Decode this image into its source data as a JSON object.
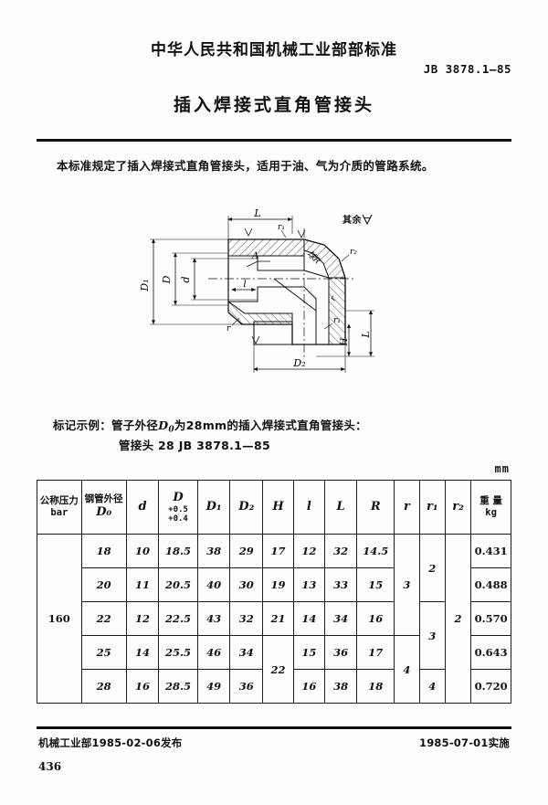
{
  "header": {
    "issuer_line": "中华人民共和国机械工业部部标准",
    "standard_no": "JB 3878.1—85",
    "title": "插入焊接式直角管接头"
  },
  "scope": {
    "text": "本标准规定了插入焊接式直角管接头，适用于油、气为介质的管路系统。"
  },
  "drawing": {
    "surface_note": "其余",
    "labels": {
      "D1": "D₁",
      "D": "D",
      "d": "d",
      "l": "l",
      "L": "L",
      "L2": "L",
      "H": "H",
      "D2": "D₂",
      "R": "R",
      "r": "r",
      "r1": "r₁",
      "r2": "r₂",
      "A": "A"
    }
  },
  "marking": {
    "line1_prefix": "标记示例：管子外径",
    "line1_symbol": "D",
    "line1_symbol_sub": "0",
    "line1_suffix": "为28mm的插入焊接式直角管接头：",
    "line2": "管接头  28  JB 3878.1—85"
  },
  "table": {
    "unit": "mm",
    "headers": {
      "pressure_cn": "公称压力",
      "pressure_unit": "bar",
      "pipe_od_cn": "钢管外径",
      "pipe_od_sym": "D₀",
      "d": "d",
      "D": "D",
      "D_tol_upper": "+0.5",
      "D_tol_lower": "+0.4",
      "D1": "D₁",
      "D2": "D₂",
      "H": "H",
      "l": "l",
      "L": "L",
      "R": "R",
      "r": "r",
      "r1": "r₁",
      "r2": "r₂",
      "weight_cn": "重 量",
      "weight_unit": "kg"
    },
    "pressure_value": "160",
    "rows": [
      {
        "D0": "18",
        "d": "10",
        "D": "18.5",
        "D1": "38",
        "D2": "29",
        "H": "17",
        "l": "12",
        "L": "32",
        "R": "14.5",
        "weight": "0.431"
      },
      {
        "D0": "20",
        "d": "11",
        "D": "20.5",
        "D1": "40",
        "D2": "30",
        "H": "19",
        "l": "13",
        "L": "33",
        "R": "15",
        "weight": "0.488"
      },
      {
        "D0": "22",
        "d": "12",
        "D": "22.5",
        "D1": "43",
        "D2": "32",
        "H": "21",
        "l": "14",
        "L": "34",
        "R": "16",
        "weight": "0.570"
      },
      {
        "D0": "25",
        "d": "14",
        "D": "25.5",
        "D1": "46",
        "D2": "34",
        "H": "",
        "l": "15",
        "L": "36",
        "R": "17",
        "weight": "0.643"
      },
      {
        "D0": "28",
        "d": "16",
        "D": "28.5",
        "D1": "49",
        "D2": "36",
        "H": "",
        "l": "16",
        "L": "38",
        "R": "18",
        "weight": "0.720"
      }
    ],
    "merged": {
      "H_span_last": "22",
      "r_top": "3",
      "r_bottom": "4",
      "r1_top": "2",
      "r1_mid": "3",
      "r1_bottom": "4",
      "r2_all": "2"
    }
  },
  "footer": {
    "left": "机械工业部1985-02-06发布",
    "right": "1985-07-01实施",
    "page_number": "436"
  }
}
